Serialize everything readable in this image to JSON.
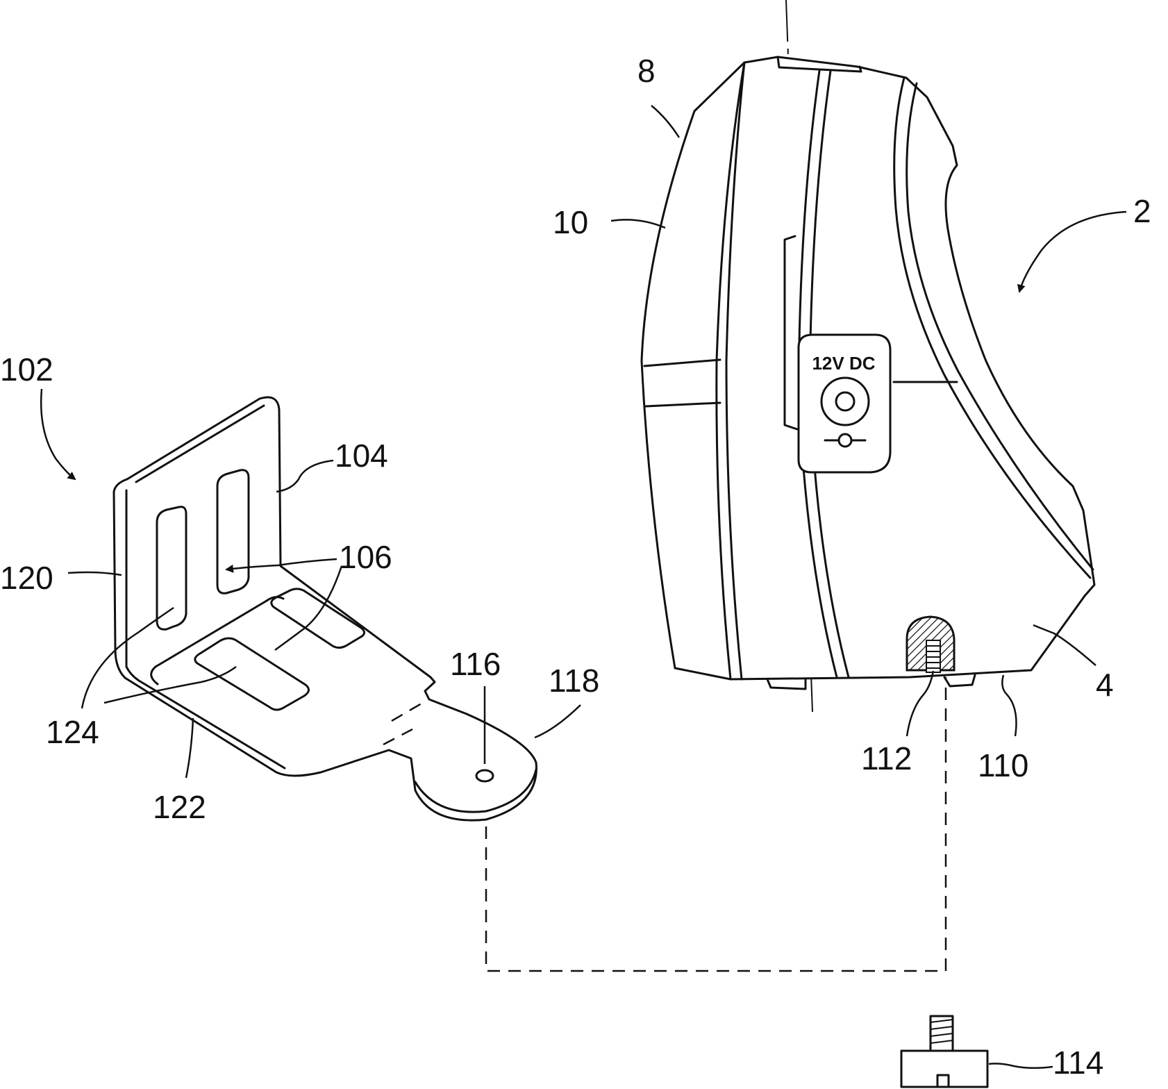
{
  "jack_label": "12V DC",
  "reference_numerals": {
    "n2": "2",
    "n4": "4",
    "n8": "8",
    "n10": "10",
    "n102": "102",
    "n104": "104",
    "n106": "106",
    "n110": "110",
    "n112": "112",
    "n114": "114",
    "n116": "116",
    "n118": "118",
    "n120": "120",
    "n122": "122",
    "n124": "124"
  }
}
